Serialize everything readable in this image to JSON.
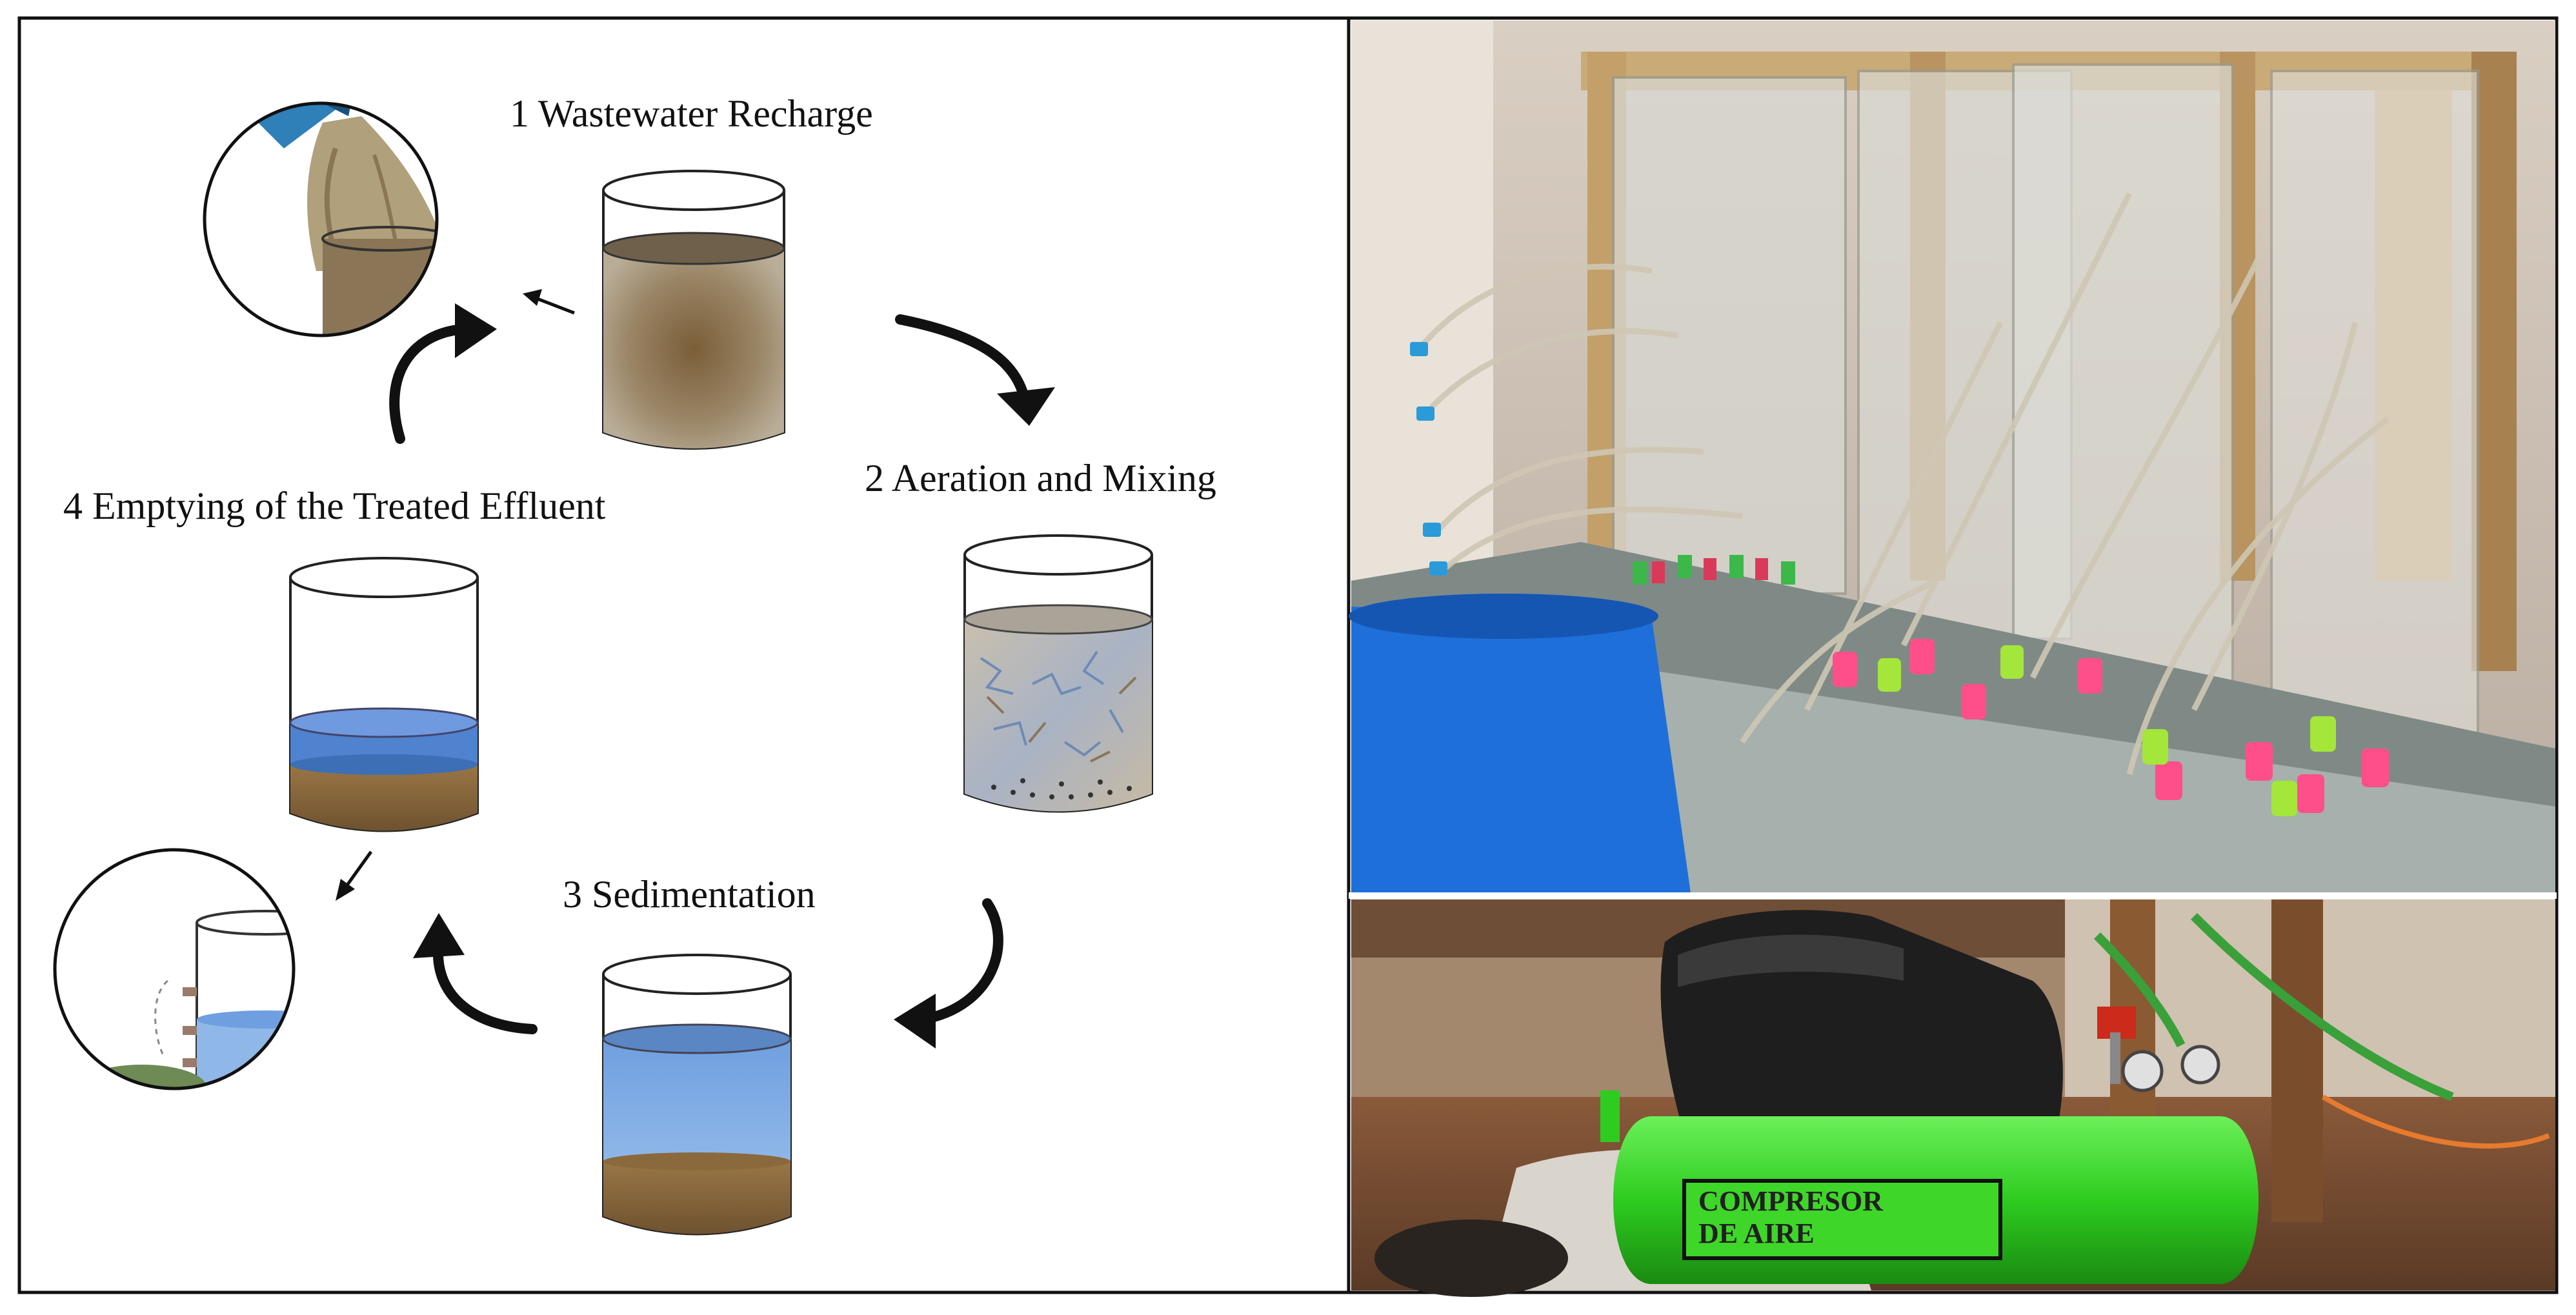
{
  "steps": [
    {
      "number": "1",
      "label": "1 Wastewater Recharge"
    },
    {
      "number": "2",
      "label": "2 Aeration and Mixing"
    },
    {
      "number": "3",
      "label": "3 Sedimentation"
    },
    {
      "number": "4",
      "label": "4 Emptying of the Treated Effluent"
    }
  ],
  "photo": {
    "compressor_label_line1": "COMPRESOR",
    "compressor_label_line2": "DE AIRE"
  },
  "colors": {
    "wastewater": "#8a7a5e",
    "aeration_water": "#b9b3a6",
    "clear_water": "#7aa6e0",
    "sludge": "#8a6a3c",
    "pail_blue": "#1e6fd9",
    "compressor_green": "#2ecc1f",
    "aerator_pink": "#ff4f8b",
    "aerator_lime": "#a4e63a"
  }
}
